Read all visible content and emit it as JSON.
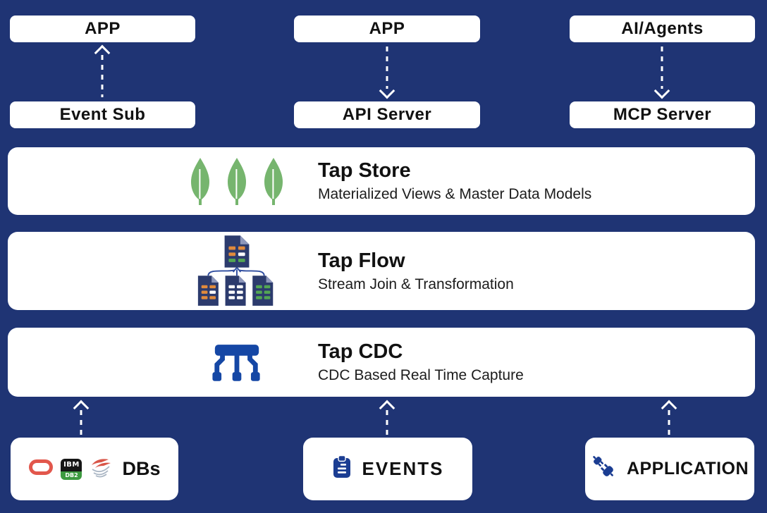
{
  "top_row": [
    {
      "label": "APP"
    },
    {
      "label": "APP"
    },
    {
      "label": "AI/Agents"
    }
  ],
  "mid_row": [
    {
      "label": "Event Sub"
    },
    {
      "label": "API Server"
    },
    {
      "label": "MCP Server"
    }
  ],
  "layers": [
    {
      "title": "Tap Store",
      "subtitle": "Materialized Views & Master Data Models",
      "icon": "mongodb-leaves-icon"
    },
    {
      "title": "Tap Flow",
      "subtitle": "Stream Join & Transformation",
      "icon": "document-flow-icon"
    },
    {
      "title": "Tap CDC",
      "subtitle": "CDC Based Real Time Capture",
      "icon": "cdc-pipeline-icon"
    }
  ],
  "sources": [
    {
      "label": "DBs",
      "icons": [
        "oracle-icon",
        "ibm-db2-icon",
        "sql-server-icon"
      ],
      "db2_label_top": "IBM",
      "db2_label_bottom": "DB2"
    },
    {
      "label": "EVENTS",
      "icons": [
        "clipboard-icon"
      ]
    },
    {
      "label": "APPLICATION",
      "icons": [
        "plug-icon"
      ]
    }
  ],
  "colors": {
    "background": "#1f3474",
    "panel": "#ffffff",
    "text": "#111111",
    "arrow": "#ffffff",
    "leaf_green": "#76b56e",
    "cdc_blue": "#1547a5",
    "doc_navy": "#2c3b6d",
    "doc_fold": "#8d97bb",
    "bar_orange": "#e08a3c",
    "bar_green": "#53a653",
    "connector_blue": "#2f4da0",
    "oracle_red": "#e2574c",
    "db2_green": "#3d9a40",
    "icon_navy": "#1b3d92",
    "sql_gray": "#aab6c4",
    "sql_red": "#d85548"
  }
}
